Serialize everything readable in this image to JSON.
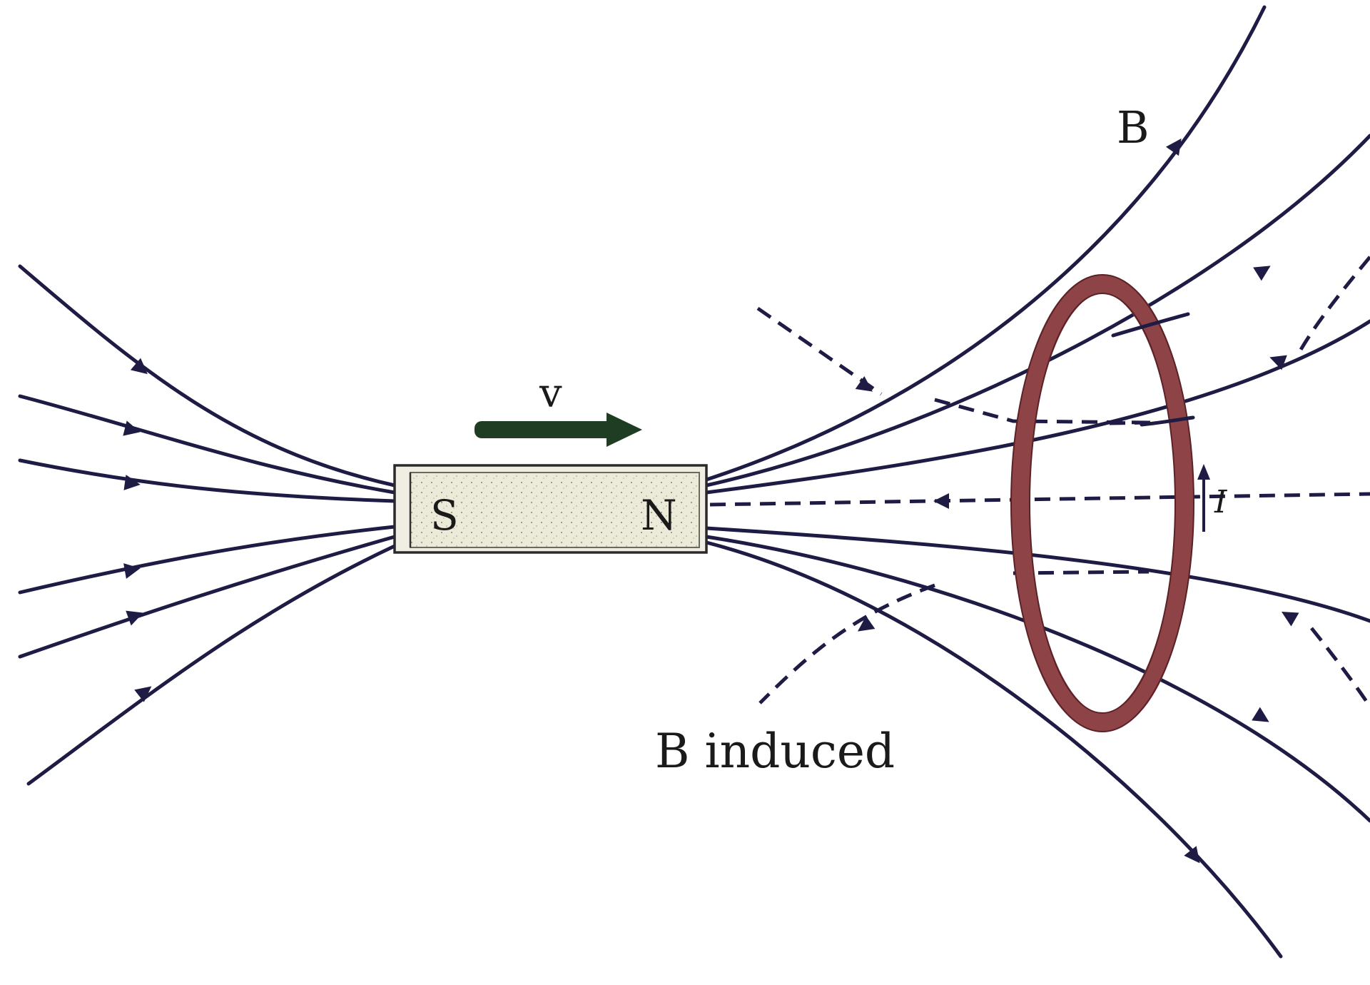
{
  "labels": {
    "velocity": "v",
    "magnet_south": "S",
    "magnet_north": "N",
    "field": "B",
    "induced_field": "B induced",
    "current": "I"
  },
  "colors": {
    "field_lines": "#1e1b44",
    "velocity_arrow": "#1f3d22",
    "loop": "#8e4447",
    "magnet": "#f0eee2"
  }
}
